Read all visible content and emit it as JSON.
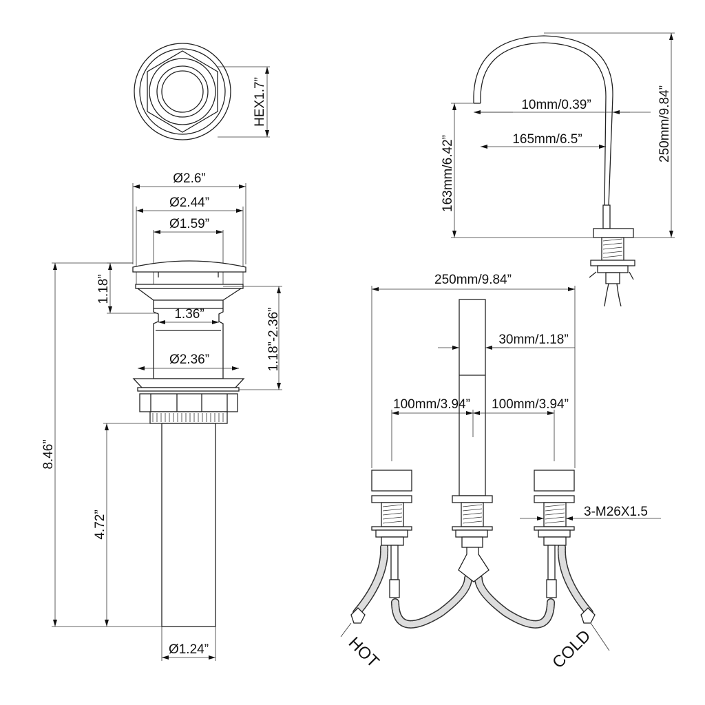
{
  "drain": {
    "hex": "HEX1.7”",
    "dia_cap": "Ø2.6”",
    "dia_flange": "Ø2.44”",
    "dia_inner": "Ø1.59”",
    "neck": "1.36”",
    "dia_body": "Ø2.36”",
    "cap_height": "1.18”",
    "thickness_range": "1.18”-2.36”",
    "total_height": "8.46”",
    "tail_length": "4.72”",
    "dia_tail": "Ø1.24”"
  },
  "spout_side": {
    "tip": "10mm/0.39”",
    "reach": "165mm/6.5”",
    "outlet_height": "163mm/6.42”",
    "total_height": "250mm/9.84”"
  },
  "faucet_front": {
    "total_width": "250mm/9.84”",
    "spout_width": "30mm/1.18”",
    "left_spacing": "100mm/3.94”",
    "right_spacing": "100mm/3.94”",
    "thread": "3-M26X1.5",
    "hot_label": "HOT",
    "cold_label": "COLD"
  }
}
